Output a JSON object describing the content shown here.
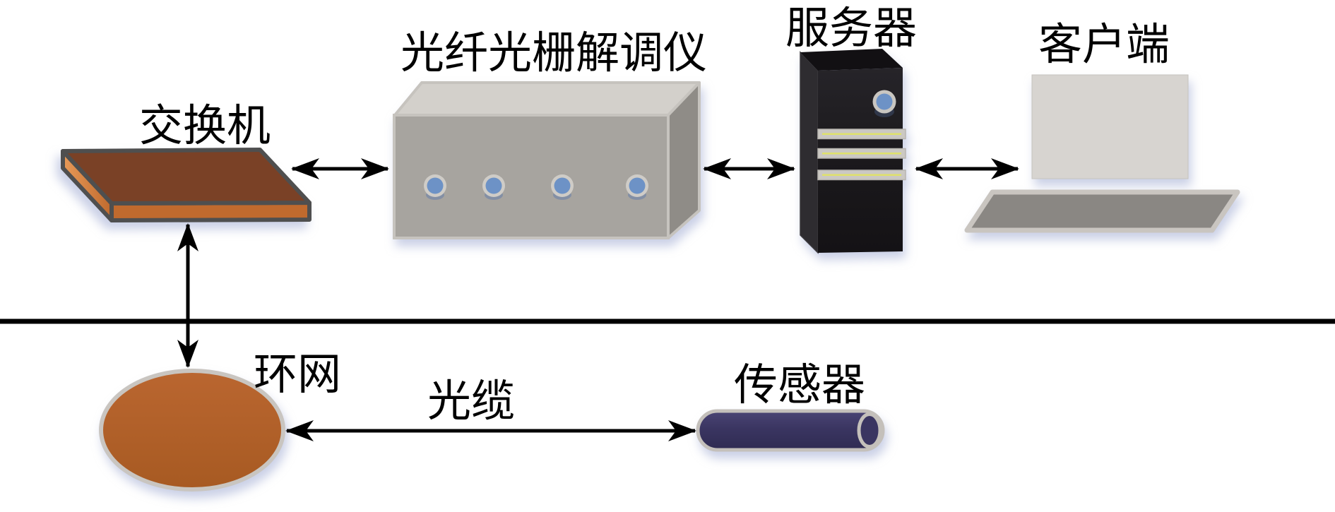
{
  "diagram": {
    "type": "network-architecture-diagram",
    "labels": {
      "switch": "交换机",
      "interrogator": "光纤光栅解调仪",
      "server": "服务器",
      "client": "客户端",
      "ring_network": "环网",
      "optical_cable": "光缆",
      "sensor": "传感器"
    },
    "counts": {
      "interrogator_ports": 4,
      "server_drive_bays": 3
    },
    "connections": [
      {
        "from": "switch",
        "to": "interrogator",
        "style": "double-arrow"
      },
      {
        "from": "interrogator",
        "to": "server",
        "style": "double-arrow"
      },
      {
        "from": "server",
        "to": "client",
        "style": "double-arrow"
      },
      {
        "from": "switch",
        "to": "ring_network",
        "style": "double-arrow"
      },
      {
        "from": "ring_network",
        "to": "sensor",
        "style": "double-arrow",
        "label": "光缆"
      }
    ],
    "colors": {
      "switch_top": "#7a4126",
      "switch_front": "#c06a2e",
      "switch_side_light": "#e0924f",
      "interrogator_top": "#d3d0cb",
      "interrogator_front": "#a7a49f",
      "interrogator_side": "#8f8c87",
      "port_blue": "#6d92c6",
      "port_ring": "#cfccc7",
      "server_front": "#1d1b1e",
      "server_side": "#2e2c30",
      "server_top": "#121013",
      "drive_bay": "#cbc8c3",
      "drive_bay_stripe": "#dfe16a",
      "client_monitor": "#d7d4d0",
      "client_base": "#8a8783",
      "ring_orange": "#b25f28",
      "sensor_navy": "#3a3561",
      "outline_gray": "#c9c5c0",
      "arrow_black": "#000000"
    }
  }
}
